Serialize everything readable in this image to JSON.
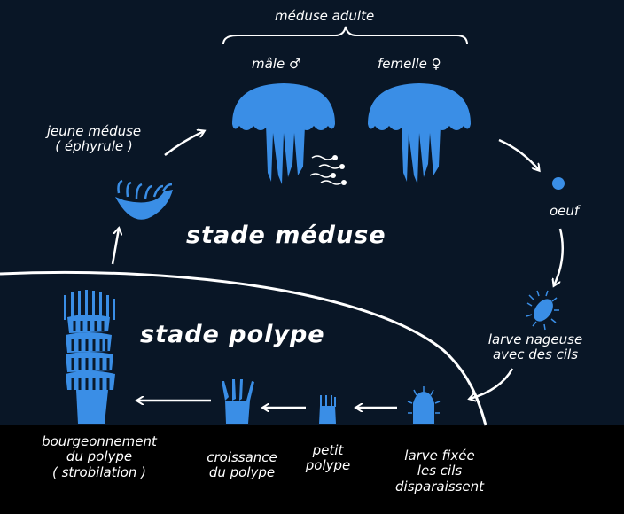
{
  "labels": {
    "adult_medusa": "méduse adulte",
    "male": "mâle ♂",
    "female": "femelle ♀",
    "ephyrule_line1": "jeune méduse",
    "ephyrule_line2": "( éphyrule )",
    "stage_medusa": "stade méduse",
    "stage_polyp": "stade polype",
    "egg": "oeuf",
    "swimming_larva_line1": "larve nageuse",
    "swimming_larva_line2": "avec des cils",
    "budding_line1": "bourgeonnement",
    "budding_line2": "du polype",
    "budding_line3": "( strobilation )",
    "growth_line1": "croissance",
    "growth_line2": "du polype",
    "small_polyp_line1": "petit",
    "small_polyp_line2": "polype",
    "fixed_larva_line1": "larve fixée",
    "fixed_larva_line2": "les cils",
    "fixed_larva_line3": "disparaissent"
  },
  "colors": {
    "background": "#091626",
    "ground": "#000000",
    "organism_blue": "#3a8ee6",
    "line_white": "#ffffff"
  }
}
